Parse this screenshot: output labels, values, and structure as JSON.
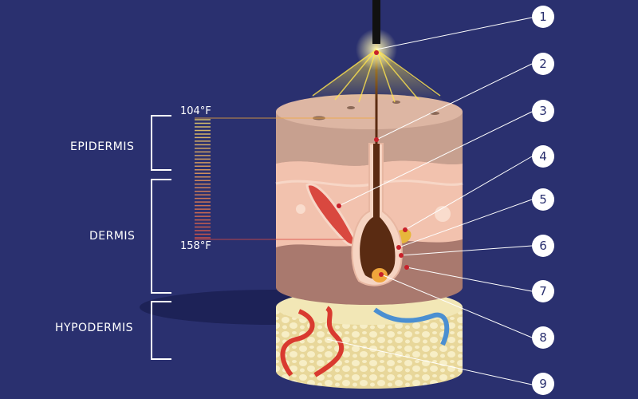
{
  "layers": {
    "epidermis": "EPIDERMIS",
    "dermis": "DERMIS",
    "hypodermis": "HYPODERMIS"
  },
  "temperature": {
    "top": "104°F",
    "bottom": "158°F"
  },
  "markers": [
    "1",
    "2",
    "3",
    "4",
    "5",
    "6",
    "7",
    "8",
    "9"
  ],
  "colors": {
    "background": "#2a306f",
    "epidermis": "#c7a08f",
    "dermis": "#f2c2ae",
    "hypodermis": "#efe2a8",
    "follicle": "#5a2b12",
    "artery": "#d93a2f",
    "vein": "#4b8fd1",
    "light": "#ffe44d"
  },
  "icons": [
    "laser-emitter-icon",
    "light-beam-icon"
  ]
}
